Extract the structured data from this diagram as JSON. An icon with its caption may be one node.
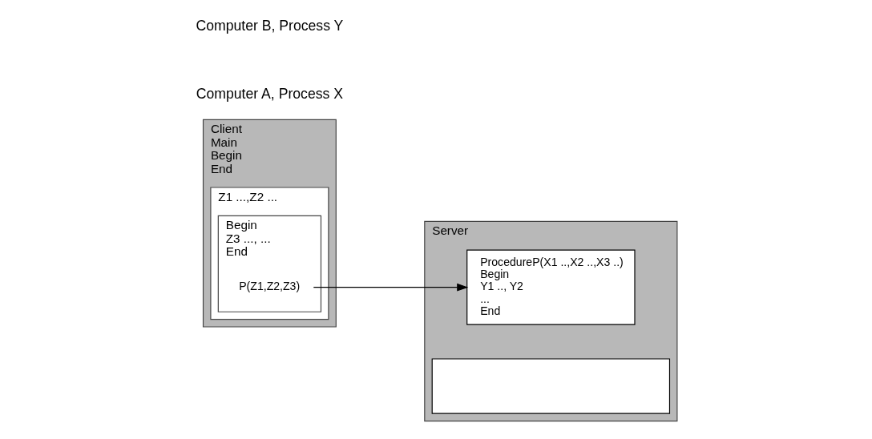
{
  "diagram": {
    "nodes": [
      {
        "text": [
          "Client",
          "Main",
          "Begin",
          "End"
        ]
      },
      {
        "text": [
          "Z1 ...,Z2 ..."
        ],
        "in": 0
      },
      {
        "text": [
          "Begin",
          "Z3 ..., ...",
          "End"
        ],
        "in": 1
      },
      {
        "text": [
          "P(Z1,Z2,Z3)"
        ],
        "in": 2
      },
      {
        "text": [
          "Server"
        ]
      },
      {
        "text": [
          "ProcedureP(X1 ..,X2 ..,X3 ..)",
          "Begin",
          "Y1 .., Y2",
          "...",
          "End"
        ],
        "in": 4
      },
      {
        "text": [],
        "shape": "box",
        "in": 4
      }
    ],
    "edges": [
      {
        "from": 3,
        "to": 5,
        "arrow": "to"
      }
    ],
    "labels": [
      "Computer A, Process X",
      "Computer B, Process Y"
    ]
  }
}
